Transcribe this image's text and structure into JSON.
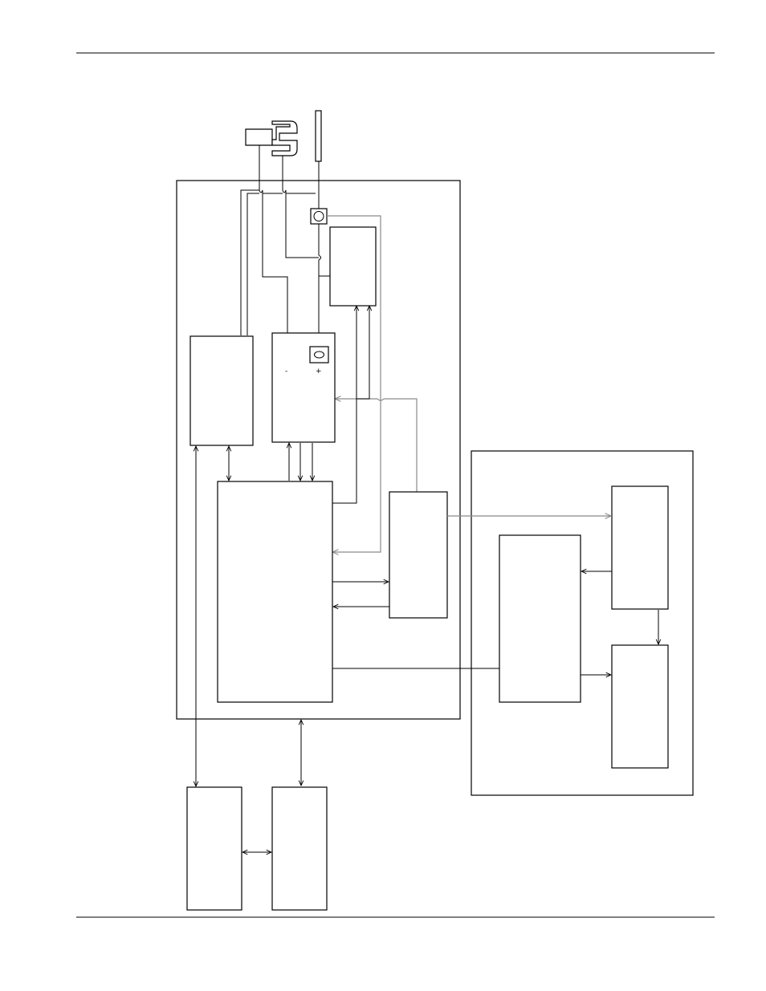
{
  "diagram": {
    "polarity_labels": {
      "minus": "-",
      "plus": "+"
    },
    "colors": {
      "ink": "#000000",
      "secondary_wire": "#8a8a8a",
      "background": "#ffffff"
    },
    "components": [
      "page-header-rule",
      "page-footer-rule",
      "probe-clip",
      "needle-probe",
      "main-enclosure",
      "sensor-node",
      "interface-block",
      "left-module",
      "sensor-module",
      "controller-block",
      "driver-block",
      "remote-enclosure",
      "remote-block-a",
      "remote-block-b",
      "remote-block-c",
      "external-block-left",
      "external-block-right"
    ]
  }
}
